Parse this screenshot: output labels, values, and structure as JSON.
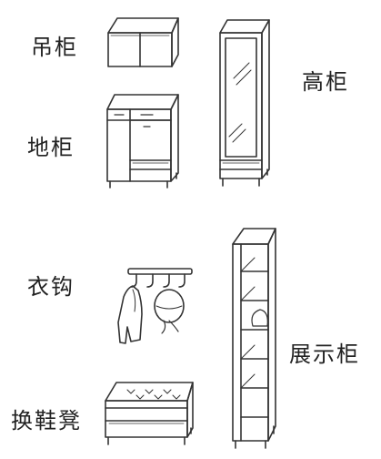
{
  "labels": {
    "wall_cabinet": "吊柜",
    "floor_cabinet": "地柜",
    "tall_cabinet": "高柜",
    "coat_hook": "衣钩",
    "display_cabinet": "展示柜",
    "shoe_bench": "换鞋凳"
  },
  "colors": {
    "line": "#333333",
    "background": "#ffffff"
  }
}
